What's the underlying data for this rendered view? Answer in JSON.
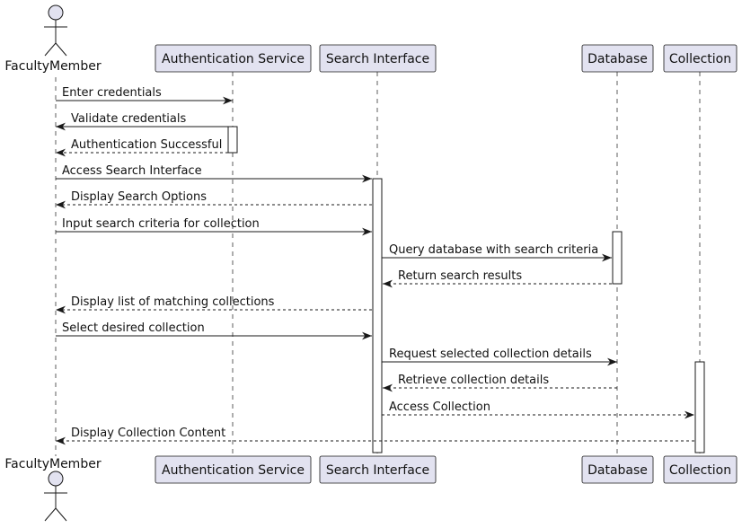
{
  "diagram": {
    "type": "sequence",
    "colors": {
      "participant_fill": "#e2e2f0",
      "participant_stroke": "#181818",
      "line": "#181818",
      "lifeline": "#181818",
      "activation_fill": "#ffffff"
    },
    "actor": {
      "name": "FacultyMember"
    },
    "participants": [
      {
        "id": "auth",
        "name": "Authentication Service"
      },
      {
        "id": "search",
        "name": "Search Interface"
      },
      {
        "id": "db",
        "name": "Database"
      },
      {
        "id": "coll",
        "name": "Collection"
      }
    ],
    "messages": [
      {
        "from": "actor",
        "to": "auth",
        "text": "Enter credentials",
        "style": "solid"
      },
      {
        "from": "auth",
        "to": "actor",
        "text": "Validate credentials",
        "style": "solid"
      },
      {
        "from": "auth",
        "to": "actor",
        "text": "Authentication Successful",
        "style": "dashed"
      },
      {
        "from": "actor",
        "to": "search",
        "text": "Access Search Interface",
        "style": "solid"
      },
      {
        "from": "search",
        "to": "actor",
        "text": "Display Search Options",
        "style": "dashed"
      },
      {
        "from": "actor",
        "to": "search",
        "text": "Input search criteria for collection",
        "style": "solid"
      },
      {
        "from": "search",
        "to": "db",
        "text": "Query database with search criteria",
        "style": "solid"
      },
      {
        "from": "db",
        "to": "search",
        "text": "Return search results",
        "style": "dashed"
      },
      {
        "from": "search",
        "to": "actor",
        "text": "Display list of matching collections",
        "style": "dashed"
      },
      {
        "from": "actor",
        "to": "search",
        "text": "Select desired collection",
        "style": "solid"
      },
      {
        "from": "search",
        "to": "db",
        "text": "Request selected collection details",
        "style": "solid"
      },
      {
        "from": "db",
        "to": "search",
        "text": "Retrieve collection details",
        "style": "dashed"
      },
      {
        "from": "search",
        "to": "coll",
        "text": "Access Collection",
        "style": "dashed"
      },
      {
        "from": "coll",
        "to": "actor",
        "text": "Display Collection Content",
        "style": "dashed"
      }
    ]
  }
}
